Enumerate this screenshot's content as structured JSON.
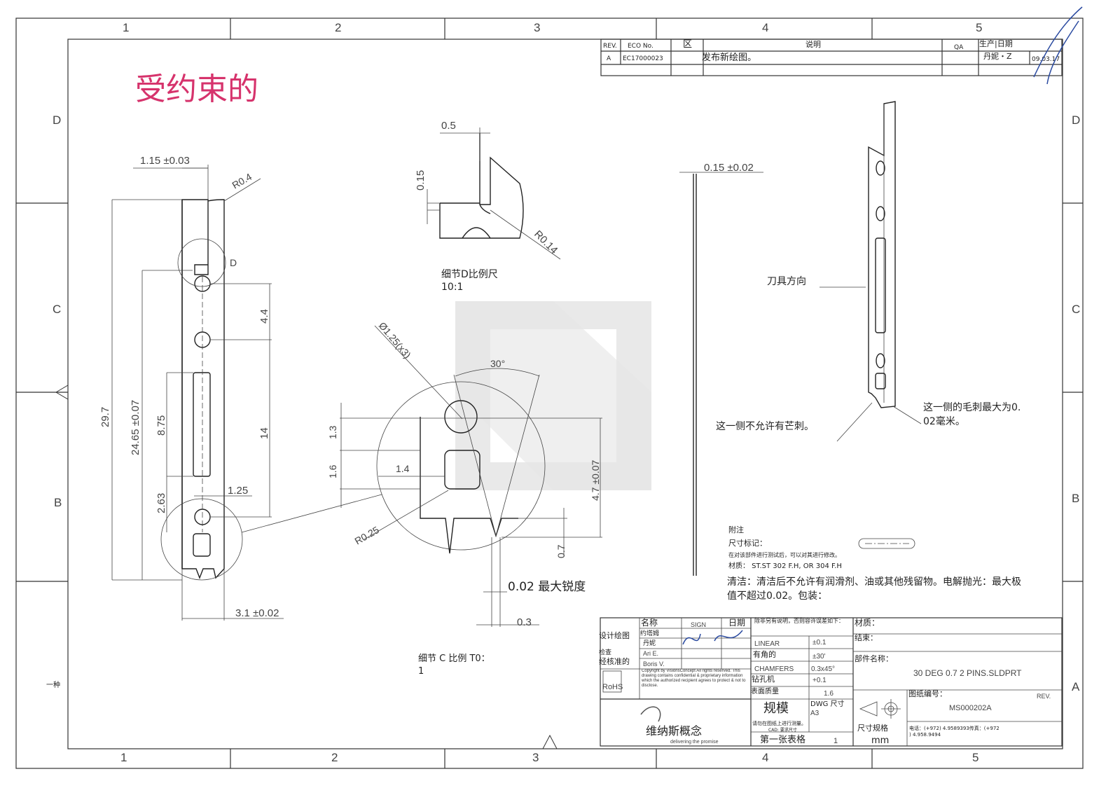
{
  "border": {
    "cols_top": [
      "1",
      "2",
      "3",
      "4",
      "5"
    ],
    "cols_bottom": [
      "1",
      "2",
      "3",
      "4",
      "5"
    ],
    "rows_left": [
      "D",
      "C",
      "B"
    ],
    "rows_right": [
      "D",
      "C",
      "B",
      "A"
    ],
    "left_mark": "一种"
  },
  "stamp": "受约束的",
  "revision": {
    "headers": {
      "rev": "REV.",
      "eco": "ECO No.",
      "zone": "区",
      "desc": "说明",
      "qa": "QA",
      "prod_date": "生产|日期"
    },
    "row": {
      "rev": "A",
      "eco": "EC17000023",
      "desc": "发布新绘图。",
      "prod": "丹妮・Z",
      "date": "09.03.17"
    }
  },
  "main_view": {
    "dims": {
      "width_top": "1.15 ±0.03",
      "r04": "R0.4",
      "d_label": "D",
      "total": "29.7",
      "pins": "24.65 ±0.07",
      "slot": "8.75",
      "pitch": "4.4",
      "span": "14",
      "lower": "2.63",
      "edge": "1.25",
      "width_bottom": "3.1 ±0.02"
    }
  },
  "detail_d": {
    "dims": {
      "w": "0.5",
      "h": "0.15",
      "r": "R0.14"
    },
    "caption1": "细节D比例尺",
    "caption2": "10:1"
  },
  "detail_c": {
    "dims": {
      "hole": "Ø1.25(x3)",
      "angle": "30°",
      "d13": "1.3",
      "d16": "1.6",
      "d14": "1.4",
      "r025": "R0.25",
      "h47": "4.7 ±0.07",
      "d07": "0.7",
      "tip": "0.02 最大锐度",
      "d03": "0.3"
    },
    "caption1": "细节 C 比例 T0：",
    "caption2": "1"
  },
  "side_view": {
    "thickness": "0.15 ±0.02"
  },
  "iso_view": {
    "cutter": "刀具方向",
    "no_burr": "这一侧不允许有芒刺。",
    "burr1": "这一侧的毛刺最大为0.",
    "burr2": "02毫米。"
  },
  "notes": {
    "title": "附注",
    "dim_mark": "尺寸标记：",
    "dim_note": "在对该部件进行测试后，可以对其进行修改。",
    "material": "材质： ST.ST 302 F.H, OR 304 F.H",
    "clean1": "清洁：清洁后不允许有润滑剂、油或其他残留物。电解抛光：最大极",
    "clean2": "值不超过0.02。包装："
  },
  "title_block": {
    "col_name": "名称",
    "col_sign": "SIGN",
    "col_date": "日期",
    "design": "设计绘图",
    "design_name": "约塔姆",
    "check": "检查",
    "check_name": "丹妮",
    "approve": "经核准的",
    "approve_name1": "Ari E.",
    "approve_name2": "Boris V.",
    "rohs": "RoHS",
    "copyright": "Copyright by VisionsConcept All rights reserved. This drawing contains confidential & proprietary information which the authorized recipient agrees to protect & not to disclose.",
    "tol_note": "除非另有说明，否则容许误差如下：",
    "linear": "LINEAR",
    "linear_v": "±0.1",
    "angular": "有角的",
    "angular_v": "±30'",
    "chamfers": "CHAMFERS",
    "chamfers_v": "0.3x45°",
    "drill": "钻孔机",
    "drill_v": "+0.1",
    "surface": "表面质量",
    "surface_v": "1.6",
    "scale": "规模",
    "measure_note": "请勿在图纸上进行测量。",
    "cad": "CAD: 要求尺寸",
    "dwg_size": "DWG 尺寸",
    "dwg_v": "A3",
    "sheet": "第一张表格",
    "sheet_v": "1",
    "company": "维纳斯概念",
    "tagline": "delivering the promise",
    "material_label": "材质：",
    "finish_label": "结束：",
    "part_name_label": "部件名称：",
    "part_name": "30 DEG 0.7 2 PINS.SLDPRT",
    "dwg_no_label": "图纸编号：",
    "dwg_rev": "REV.",
    "dwg_no": "MS000202A",
    "unit_label": "尺寸规格",
    "unit": "mm",
    "phone1": "电话：(+972) 4.9589393传真：(+972",
    "phone2": ") 4.958.9494"
  }
}
